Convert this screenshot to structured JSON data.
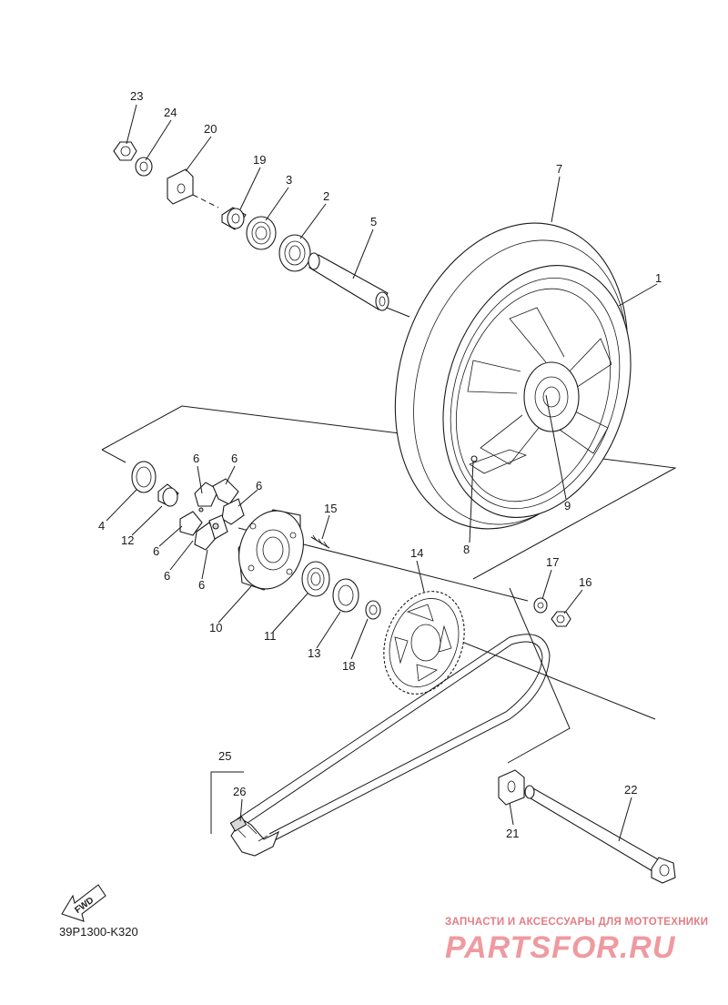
{
  "drawing_code": "39P1300-K320",
  "fwd_label": "FWD",
  "watermark": {
    "tagline": "ЗАПЧАСТИ И АКСЕССУАРЫ ДЛЯ МОТОТЕХНИКИ",
    "logo": "PARTSFOR.RU",
    "color": "#ef9aa0"
  },
  "callouts": [
    {
      "id": "23",
      "label": "23"
    },
    {
      "id": "24",
      "label": "24"
    },
    {
      "id": "20",
      "label": "20"
    },
    {
      "id": "19",
      "label": "19"
    },
    {
      "id": "3",
      "label": "3"
    },
    {
      "id": "2",
      "label": "2"
    },
    {
      "id": "5",
      "label": "5"
    },
    {
      "id": "7",
      "label": "7"
    },
    {
      "id": "1",
      "label": "1"
    },
    {
      "id": "9",
      "label": "9"
    },
    {
      "id": "8",
      "label": "8"
    },
    {
      "id": "6a",
      "label": "6"
    },
    {
      "id": "6b",
      "label": "6"
    },
    {
      "id": "6c",
      "label": "6"
    },
    {
      "id": "6d",
      "label": "6"
    },
    {
      "id": "6e",
      "label": "6"
    },
    {
      "id": "6f",
      "label": "6"
    },
    {
      "id": "4",
      "label": "4"
    },
    {
      "id": "12",
      "label": "12"
    },
    {
      "id": "15",
      "label": "15"
    },
    {
      "id": "10",
      "label": "10"
    },
    {
      "id": "11",
      "label": "11"
    },
    {
      "id": "13",
      "label": "13"
    },
    {
      "id": "18",
      "label": "18"
    },
    {
      "id": "14",
      "label": "14"
    },
    {
      "id": "17",
      "label": "17"
    },
    {
      "id": "16",
      "label": "16"
    },
    {
      "id": "25",
      "label": "25"
    },
    {
      "id": "26",
      "label": "26"
    },
    {
      "id": "22",
      "label": "22"
    },
    {
      "id": "21",
      "label": "21"
    }
  ]
}
